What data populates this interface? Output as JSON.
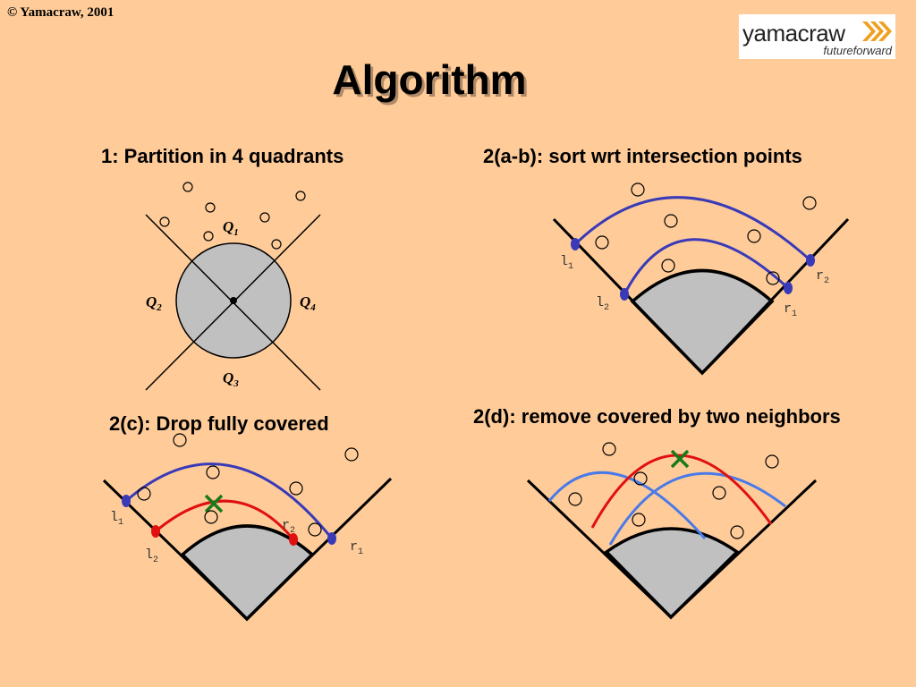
{
  "slide": {
    "copyright": "© Yamacraw, 2001",
    "title": "Algorithm",
    "logo": {
      "word": "yamacraw",
      "tagline": "futureforward",
      "accent": "#f0a020"
    }
  },
  "panels": [
    {
      "title": "1: Partition in 4 quadrants"
    },
    {
      "title": "2(a-b): sort wrt intersection points"
    },
    {
      "title": "2(c): Drop fully covered"
    },
    {
      "title": "2(d): remove covered by two neighbors"
    }
  ],
  "quadrants": [
    {
      "letter": "Q",
      "sub": "1"
    },
    {
      "letter": "Q",
      "sub": "2"
    },
    {
      "letter": "Q",
      "sub": "3"
    },
    {
      "letter": "Q",
      "sub": "4"
    }
  ],
  "markers": {
    "l1": {
      "letter": "l",
      "sub": "1"
    },
    "l2": {
      "letter": "l",
      "sub": "2"
    },
    "r1": {
      "letter": "r",
      "sub": "1"
    },
    "r2": {
      "letter": "r",
      "sub": "2"
    }
  },
  "colors": {
    "background": "#ffcc99",
    "region": "#c0c0c0",
    "arc_blue": "#3a3ab8",
    "arc_light_blue": "#4a7ae8",
    "arc_red": "#e01010",
    "cross": "#1a7a1a"
  }
}
